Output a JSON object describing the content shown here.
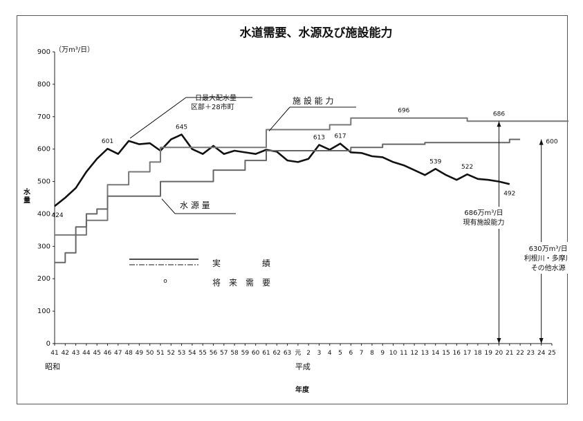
{
  "chart_data": {
    "type": "line",
    "title": "水道需要、水源及び施設能力",
    "yunit": "（万m³/日）",
    "ylabel": "水量",
    "xlabel": "年度",
    "ylim": [
      0,
      900
    ],
    "yticks": [
      0,
      100,
      200,
      300,
      400,
      500,
      600,
      700,
      800,
      900
    ],
    "x_tick_labels": [
      "41",
      "42",
      "43",
      "44",
      "45",
      "46",
      "47",
      "48",
      "49",
      "50",
      "51",
      "52",
      "53",
      "54",
      "55",
      "56",
      "57",
      "58",
      "59",
      "60",
      "61",
      "62",
      "63",
      "元",
      "2",
      "3",
      "4",
      "5",
      "6",
      "7",
      "8",
      "9",
      "10",
      "11",
      "12",
      "13",
      "14",
      "15",
      "16",
      "17",
      "18",
      "19",
      "20",
      "21",
      "22",
      "23",
      "24",
      "25"
    ],
    "eras": [
      "昭和",
      "平成"
    ],
    "series": [
      {
        "name": "実 績",
        "style": "actual",
        "color": "#111111",
        "x": [
          0,
          1,
          2,
          3,
          4,
          5,
          6,
          7,
          8,
          9,
          10,
          11,
          12,
          13,
          14,
          15,
          16,
          17,
          18,
          19,
          20,
          21,
          22,
          23,
          24,
          25,
          26,
          27,
          28,
          29,
          30,
          31,
          32,
          33,
          34,
          35,
          36,
          37,
          38,
          39,
          40,
          41,
          42,
          43
        ],
        "y": [
          424,
          450,
          480,
          530,
          570,
          601,
          585,
          625,
          615,
          618,
          595,
          630,
          645,
          600,
          585,
          610,
          585,
          595,
          590,
          585,
          598,
          592,
          565,
          560,
          570,
          613,
          598,
          617,
          590,
          588,
          578,
          575,
          560,
          550,
          535,
          520,
          539,
          520,
          505,
          522,
          508,
          505,
          500,
          492
        ]
      },
      {
        "name": "施設能力",
        "style": "step",
        "color": "#777777",
        "x": [
          0,
          3,
          3,
          5,
          5,
          7,
          7,
          9,
          9,
          10,
          10,
          20,
          20,
          26,
          26,
          28,
          28,
          39,
          39,
          49
        ],
        "y": [
          335,
          335,
          380,
          380,
          490,
          490,
          530,
          530,
          560,
          560,
          605,
          605,
          660,
          660,
          675,
          675,
          696,
          696,
          686,
          686
        ]
      },
      {
        "name": "水源量",
        "style": "step",
        "color": "#666666",
        "x": [
          0,
          1,
          1,
          2,
          2,
          3,
          3,
          4,
          4,
          5,
          5,
          10,
          10,
          15,
          15,
          18,
          18,
          20,
          20,
          28,
          28,
          31,
          31,
          35,
          35,
          43,
          43,
          44
        ],
        "y": [
          250,
          250,
          280,
          280,
          360,
          360,
          400,
          400,
          415,
          415,
          455,
          455,
          500,
          500,
          535,
          535,
          565,
          565,
          595,
          595,
          605,
          605,
          615,
          615,
          620,
          620,
          630,
          630
        ]
      }
    ],
    "data_labels": [
      {
        "x": 0,
        "y": 424,
        "text": "424"
      },
      {
        "x": 5,
        "y": 601,
        "text": "601"
      },
      {
        "x": 12,
        "y": 645,
        "text": "645"
      },
      {
        "x": 25,
        "y": 613,
        "text": "613"
      },
      {
        "x": 27,
        "y": 617,
        "text": "617"
      },
      {
        "x": 36,
        "y": 539,
        "text": "539"
      },
      {
        "x": 39,
        "y": 522,
        "text": "522"
      },
      {
        "x": 43,
        "y": 492,
        "text": "492"
      },
      {
        "x": 33,
        "y": 696,
        "text": "696"
      },
      {
        "x": 42,
        "y": 686,
        "text": "686"
      },
      {
        "x": 47,
        "y": 600,
        "text": "600"
      }
    ],
    "annotations": {
      "demand_label": [
        "一日最大配水量",
        "区部＋28市町"
      ],
      "facility_label": "施 設 能 力",
      "water_source_label": "水 源 量",
      "capacity_note": [
        "686万m³/日",
        "現有施設能力"
      ],
      "source_note": [
        "630万m³/日",
        "利根川・多摩川",
        "その他水源"
      ]
    },
    "legend": {
      "actual": "実　　　　　績",
      "forecast_marker": "o",
      "forecast": "将　来　需　要"
    }
  }
}
